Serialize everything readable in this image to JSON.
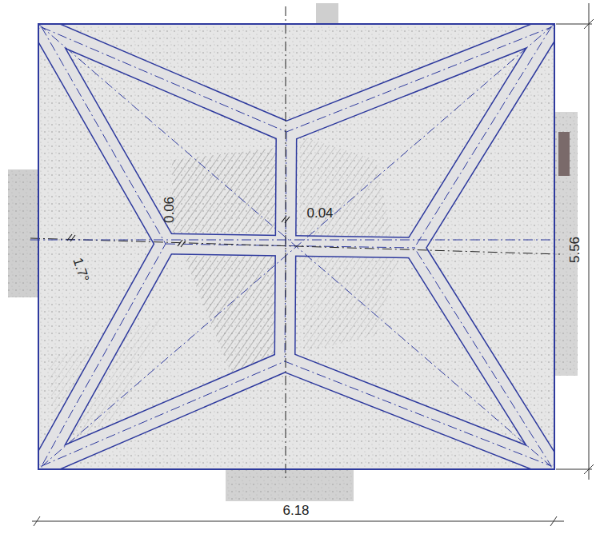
{
  "diagram": {
    "labels": [
      "0.06",
      "0.04",
      "1.7°",
      "5.56",
      "6.18"
    ]
  }
}
